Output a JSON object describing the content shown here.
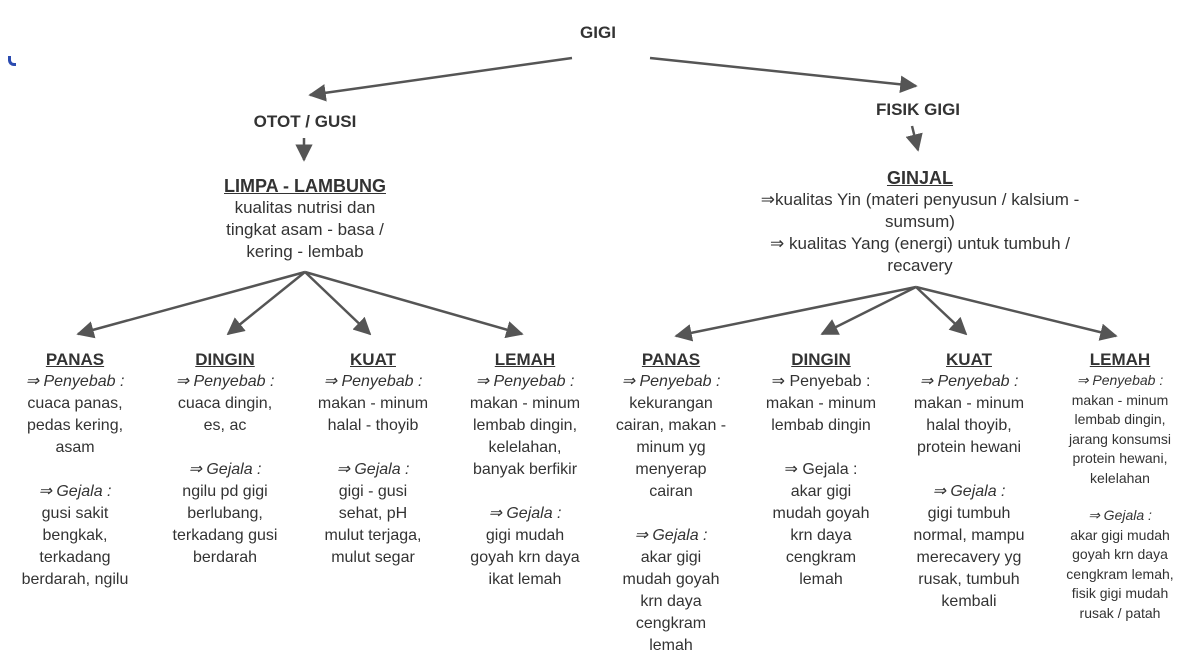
{
  "root": {
    "label": "GIGI"
  },
  "branches": [
    {
      "label": "OTOT / GUSI",
      "organ": {
        "heading": "LIMPA - LAMBUNG",
        "lines": [
          "kualitas nutrisi dan",
          "tingkat asam - basa /",
          "kering - lembab"
        ]
      },
      "leaves": [
        {
          "title": "PANAS",
          "cause_label": "⇒ Penyebab :",
          "cause_lines": [
            "cuaca panas,",
            "pedas kering,",
            "asam"
          ],
          "symptom_label": "⇒ Gejala :",
          "symptom_lines": [
            "gusi sakit",
            "bengkak,",
            "terkadang",
            "berdarah, ngilu"
          ]
        },
        {
          "title": "DINGIN",
          "cause_label": "⇒ Penyebab :",
          "cause_lines": [
            "cuaca dingin,",
            "es, ac"
          ],
          "symptom_label": "⇒ Gejala :",
          "symptom_lines": [
            "ngilu pd gigi",
            "berlubang,",
            "terkadang gusi",
            "berdarah"
          ]
        },
        {
          "title": "KUAT",
          "cause_label": "⇒ Penyebab :",
          "cause_lines": [
            "makan - minum",
            "halal - thoyib"
          ],
          "symptom_label": "⇒ Gejala :",
          "symptom_lines": [
            "gigi - gusi",
            "sehat, pH",
            "mulut terjaga,",
            "mulut segar"
          ]
        },
        {
          "title": "LEMAH",
          "cause_label": "⇒ Penyebab :",
          "cause_lines": [
            "makan - minum",
            "lembab dingin,",
            "kelelahan,",
            "banyak berfikir"
          ],
          "symptom_label": "⇒ Gejala :",
          "symptom_lines": [
            "gigi mudah",
            "goyah krn daya",
            "ikat lemah"
          ]
        }
      ]
    },
    {
      "label": "FISIK GIGI",
      "organ": {
        "heading": "GINJAL",
        "lines": [
          "⇒kualitas Yin (materi penyusun / kalsium -",
          "sumsum)",
          "⇒ kualitas Yang (energi) untuk tumbuh /",
          "recavery"
        ]
      },
      "leaves": [
        {
          "title": "PANAS",
          "cause_label": "⇒ Penyebab :",
          "cause_lines": [
            "kekurangan",
            "cairan, makan -",
            "minum yg",
            "menyerap",
            "cairan"
          ],
          "symptom_label": "⇒ Gejala :",
          "symptom_lines": [
            "akar gigi",
            "mudah goyah",
            "krn daya",
            "cengkram",
            "lemah"
          ]
        },
        {
          "title": "DINGIN",
          "cause_label": "⇒ Penyebab :",
          "cause_lines": [
            "makan - minum",
            "lembab dingin"
          ],
          "symptom_label": "⇒ Gejala :",
          "symptom_lines": [
            "akar gigi",
            "mudah goyah",
            "krn daya",
            "cengkram",
            "lemah"
          ]
        },
        {
          "title": "KUAT",
          "cause_label": "⇒ Penyebab :",
          "cause_lines": [
            "makan - minum",
            "halal thoyib,",
            "protein hewani"
          ],
          "symptom_label": "⇒ Gejala :",
          "symptom_lines": [
            "gigi tumbuh",
            "normal, mampu",
            "merecavery yg",
            "rusak, tumbuh",
            "kembali"
          ]
        },
        {
          "title": "LEMAH",
          "cause_label": "⇒ Penyebab :",
          "cause_lines": [
            "makan - minum",
            "lembab dingin,",
            "jarang konsumsi",
            "protein hewani,",
            "kelelahan"
          ],
          "symptom_label": "⇒ Gejala :",
          "symptom_lines": [
            "akar gigi mudah",
            "goyah krn daya",
            "cengkram lemah,",
            "fisik gigi mudah",
            "rusak / patah"
          ]
        }
      ]
    }
  ]
}
